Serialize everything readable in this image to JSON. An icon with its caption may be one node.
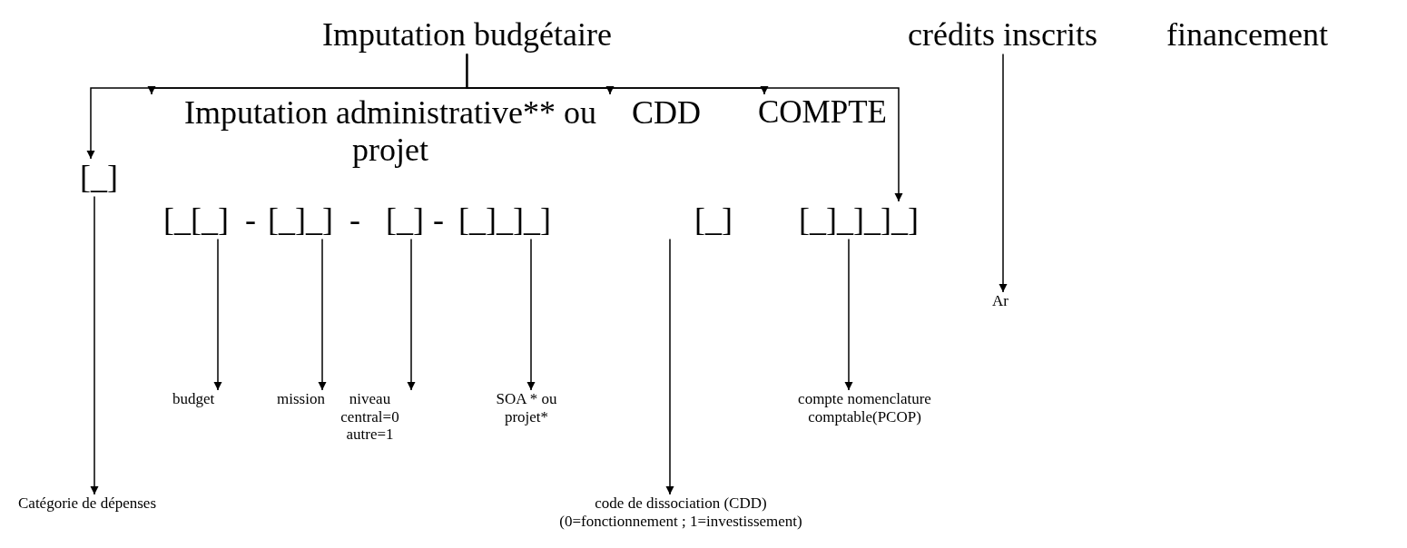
{
  "diagram": {
    "nodes": [
      {
        "text": [
          "Imputation budgétaire"
        ]
      },
      {
        "text": [
          "crédits inscrits"
        ]
      },
      {
        "text": [
          "Imputation administrative** ou projet"
        ]
      },
      {
        "text": [
          "CDD"
        ]
      },
      {
        "text": [
          "COMPTE"
        ]
      },
      {
        "text": [
          "[_]"
        ]
      },
      {
        "text": [
          "[_[_]"
        ]
      },
      {
        "text": [
          "[_]_]"
        ]
      },
      {
        "text": [
          "[_]"
        ]
      },
      {
        "text": [
          "[_]_]_]"
        ]
      },
      {
        "text": [
          "[_]"
        ]
      },
      {
        "text": [
          "[_]_]_]_]"
        ]
      },
      {
        "text": [
          "Ar"
        ]
      },
      {
        "text": [
          "budget"
        ]
      },
      {
        "text": [
          "mission"
        ]
      },
      {
        "text": [
          "niveau central=0 autre=1"
        ]
      },
      {
        "text": [
          "SOA * ou projet*"
        ]
      },
      {
        "text": [
          "compte nomenclature comptable(PCOP)"
        ]
      },
      {
        "text": [
          "Catégorie de dépenses"
        ]
      },
      {
        "text": [
          "code de dissociation (CDD) (0=fonctionnement ; 1=investissement)"
        ]
      }
    ],
    "edges": [
      {
        "from": 0,
        "to": 5,
        "arrow": "to"
      },
      {
        "from": 0,
        "to": 2,
        "arrow": "to"
      },
      {
        "from": 0,
        "to": 3,
        "arrow": "to"
      },
      {
        "from": 0,
        "to": 4,
        "arrow": "to"
      },
      {
        "from": 0,
        "to": 11,
        "arrow": "to"
      },
      {
        "from": 1,
        "to": 12,
        "arrow": "to"
      },
      {
        "from": 5,
        "to": 18,
        "arrow": "to"
      },
      {
        "from": 6,
        "to": 13,
        "arrow": "to"
      },
      {
        "from": 7,
        "to": 14,
        "arrow": "to"
      },
      {
        "from": 8,
        "to": 15,
        "arrow": "to"
      },
      {
        "from": 9,
        "to": 16,
        "arrow": "to"
      },
      {
        "from": 10,
        "to": 19,
        "arrow": "to"
      },
      {
        "from": 11,
        "to": 17,
        "arrow": "to"
      }
    ],
    "labels": [
      "financement",
      "-",
      "-",
      "-"
    ]
  }
}
